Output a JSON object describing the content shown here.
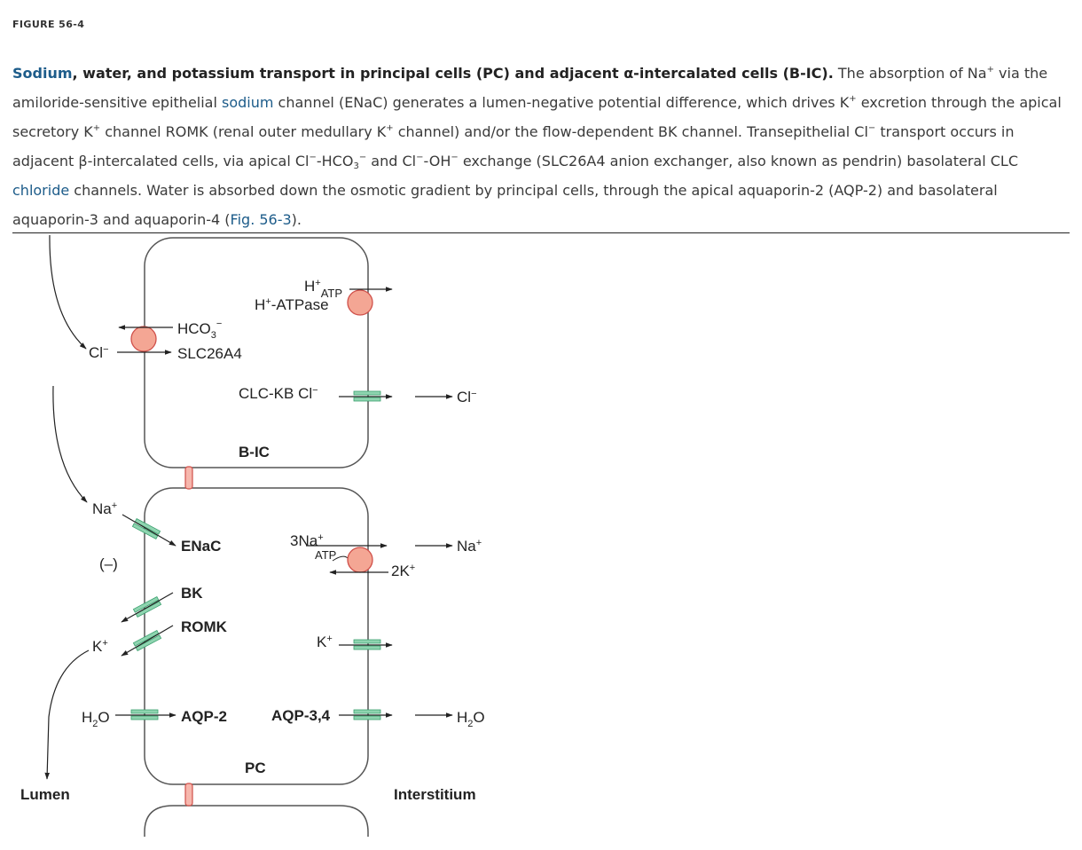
{
  "figure_label": "FIGURE 56-4",
  "caption": {
    "title_link": "Sodium",
    "title_rest": ", water, and potassium transport in principal cells (PC) and adjacent α-intercalated cells (B-IC).",
    "t1": " The absorption of Na",
    "sup_plus": "+",
    "t2": " via the amiloride-sensitive epithelial ",
    "link_sodium": "sodium",
    "t3": " channel (ENaC) generates a lumen-negative potential difference, which drives K",
    "t4": " excretion through the apical secretory K",
    "t5": " channel ROMK (renal outer medullary K",
    "t6": " channel) and/or the flow-dependent BK channel. Transepithelial Cl",
    "sup_minus": "−",
    "t7": " transport occurs in adjacent β-intercalated cells, via apical Cl",
    "t8": "-HCO",
    "sub_3": "3",
    "t9": " and Cl",
    "t10": "-OH",
    "t11": " exchange (SLC26A4 anion exchanger, also known as pendrin) basolateral CLC ",
    "link_chloride": "chloride",
    "t12": " channels. Water is absorbed down the osmotic gradient by principal cells, through the apical aquaporin-2 (AQP-2) and basolateral aquaporin-3 and aquaporin-4 (",
    "link_fig": "Fig. 56-3",
    "t13": ")."
  },
  "diagram": {
    "upper_cell": {
      "name": "B-IC",
      "hplus": "H",
      "sup_plus": "+",
      "atp": "ATP",
      "h_atpase": "H",
      "h_atpase_rest": "-ATPase",
      "hco3": "HCO",
      "sub_3": "3",
      "sup_minus": "−",
      "slc26a4": "SLC26A4",
      "cl_lumen": "Cl",
      "clc_kb": "CLC-KB  Cl",
      "cl_interstitium": "Cl"
    },
    "lower_cell": {
      "name": "PC",
      "na_lumen": "Na",
      "sup_plus": "+",
      "enac": "ENaC",
      "neg": "(–)",
      "bk": "BK",
      "romk": "ROMK",
      "k_lumen": "K",
      "h2o_lumen_h": "H",
      "sub_2": "2",
      "h2o_lumen_o": "O",
      "aqp2": "AQP-2",
      "na3": "3Na",
      "atp": "ATP",
      "k2": "2K",
      "k_baso": "K",
      "aqp34": "AQP-3,4",
      "na_interstitium": "Na",
      "h2o_interstitium_h": "H",
      "h2o_interstitium_o": "O"
    },
    "lumen_label": "Lumen",
    "interstitium_label": "Interstitium"
  },
  "colors": {
    "link": "#1d5c8a",
    "channel_fill": "#8fd4b0",
    "channel_stroke": "#3aa06e",
    "pump_fill": "#f4a694",
    "pump_stroke": "#d0504a",
    "junction_fill": "#f6b7ad",
    "junction_stroke": "#d0504a"
  }
}
